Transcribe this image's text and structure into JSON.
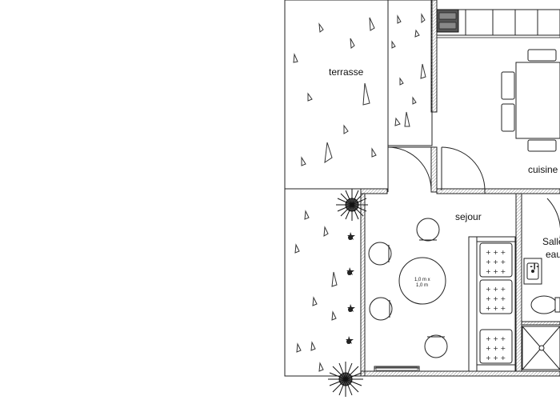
{
  "rooms": {
    "terrasse": "terrasse",
    "cuisine": "cuisine",
    "sejour": "sejour",
    "salle_line1": "Salle",
    "salle_line2": "eau"
  },
  "table_label": {
    "line1": "1,0 m x",
    "line2": "1,0 m"
  }
}
